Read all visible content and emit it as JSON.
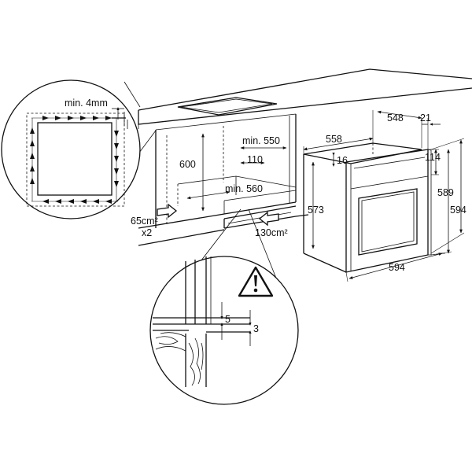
{
  "colors": {
    "line": "#111111",
    "background": "#ffffff"
  },
  "icons": {
    "warning": "warning-triangle-icon"
  },
  "labels": {
    "min_gap": "min. 4mm",
    "niche_height": "600",
    "niche_width": "min. 550",
    "rear_gap": "110",
    "niche_depth": "min. 560",
    "vent_front": "65cm²",
    "vent_front_count": "x2",
    "vent_bottom": "130cm²",
    "oven_depth_total": "558",
    "oven_body_depth": "548",
    "door_thickness": "21",
    "front_offset": "16",
    "panel_height": "114",
    "body_height": "573",
    "front_height": "589",
    "total_height": "594",
    "total_width": "594",
    "detail_gap_a": "5",
    "detail_gap_b": "3"
  }
}
